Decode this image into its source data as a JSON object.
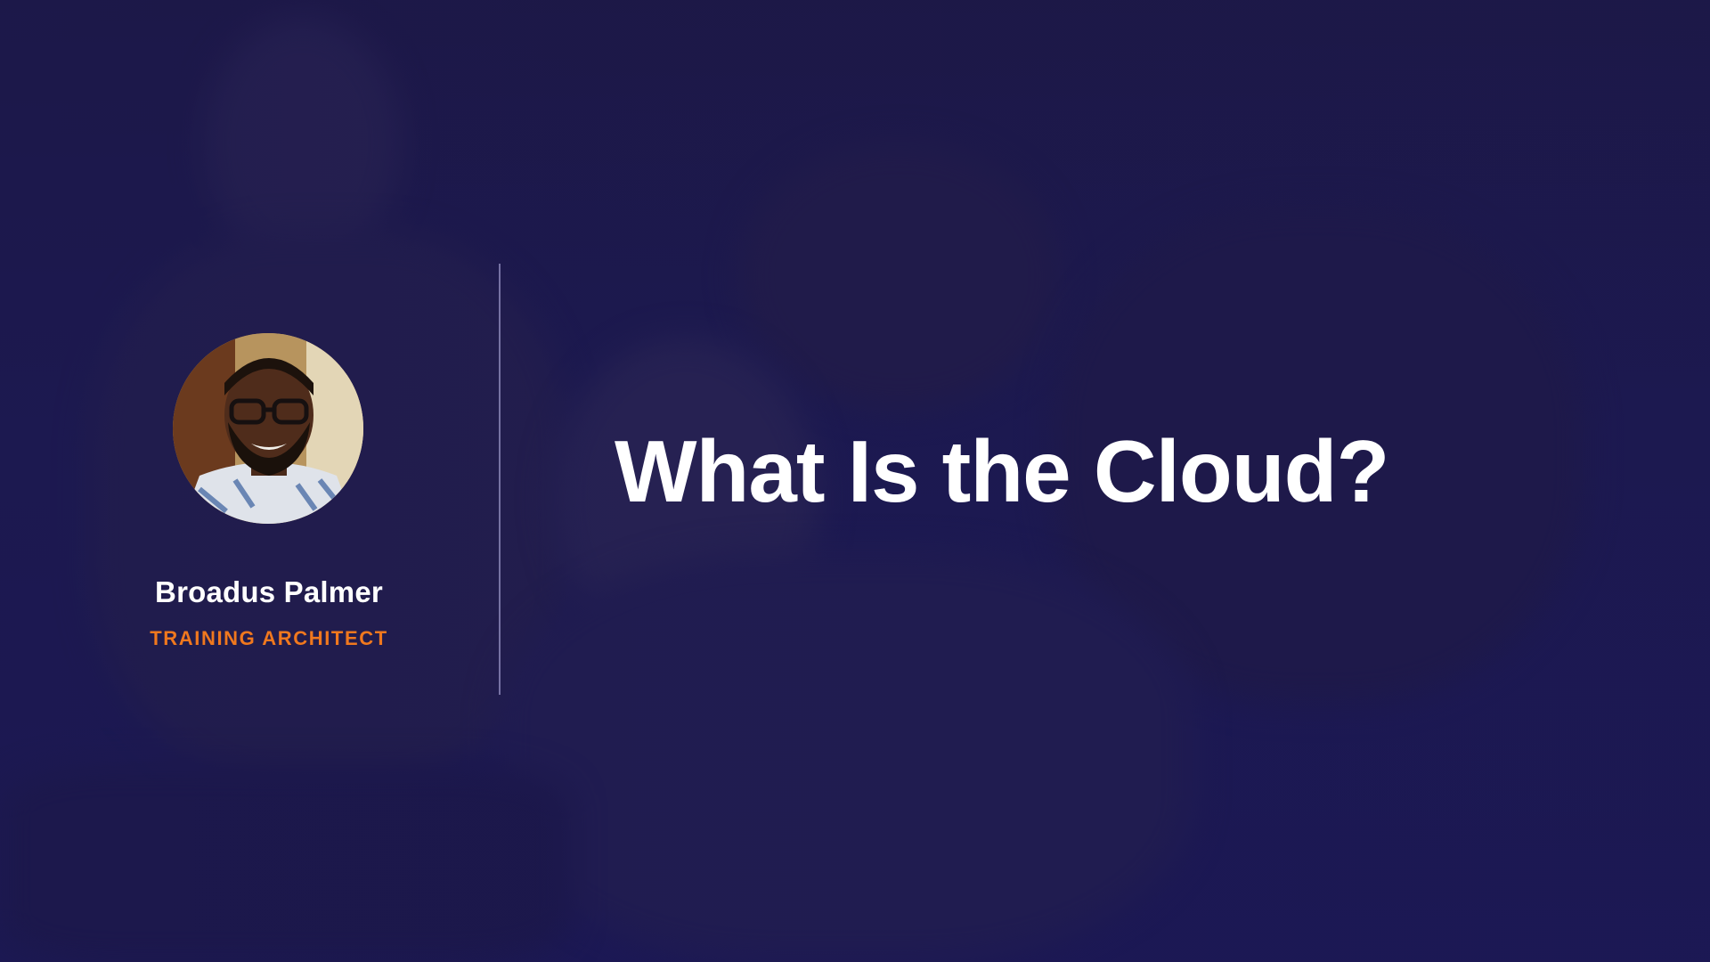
{
  "slide": {
    "title": "What Is the Cloud?",
    "presenter": {
      "name": "Broadus Palmer",
      "role": "TRAINING ARCHITECT",
      "avatar_icon": "presenter-photo"
    },
    "colors": {
      "background": "#1c1a52",
      "title_text": "#ffffff",
      "role_text": "#f0781e",
      "divider": "#bebaeb"
    }
  }
}
